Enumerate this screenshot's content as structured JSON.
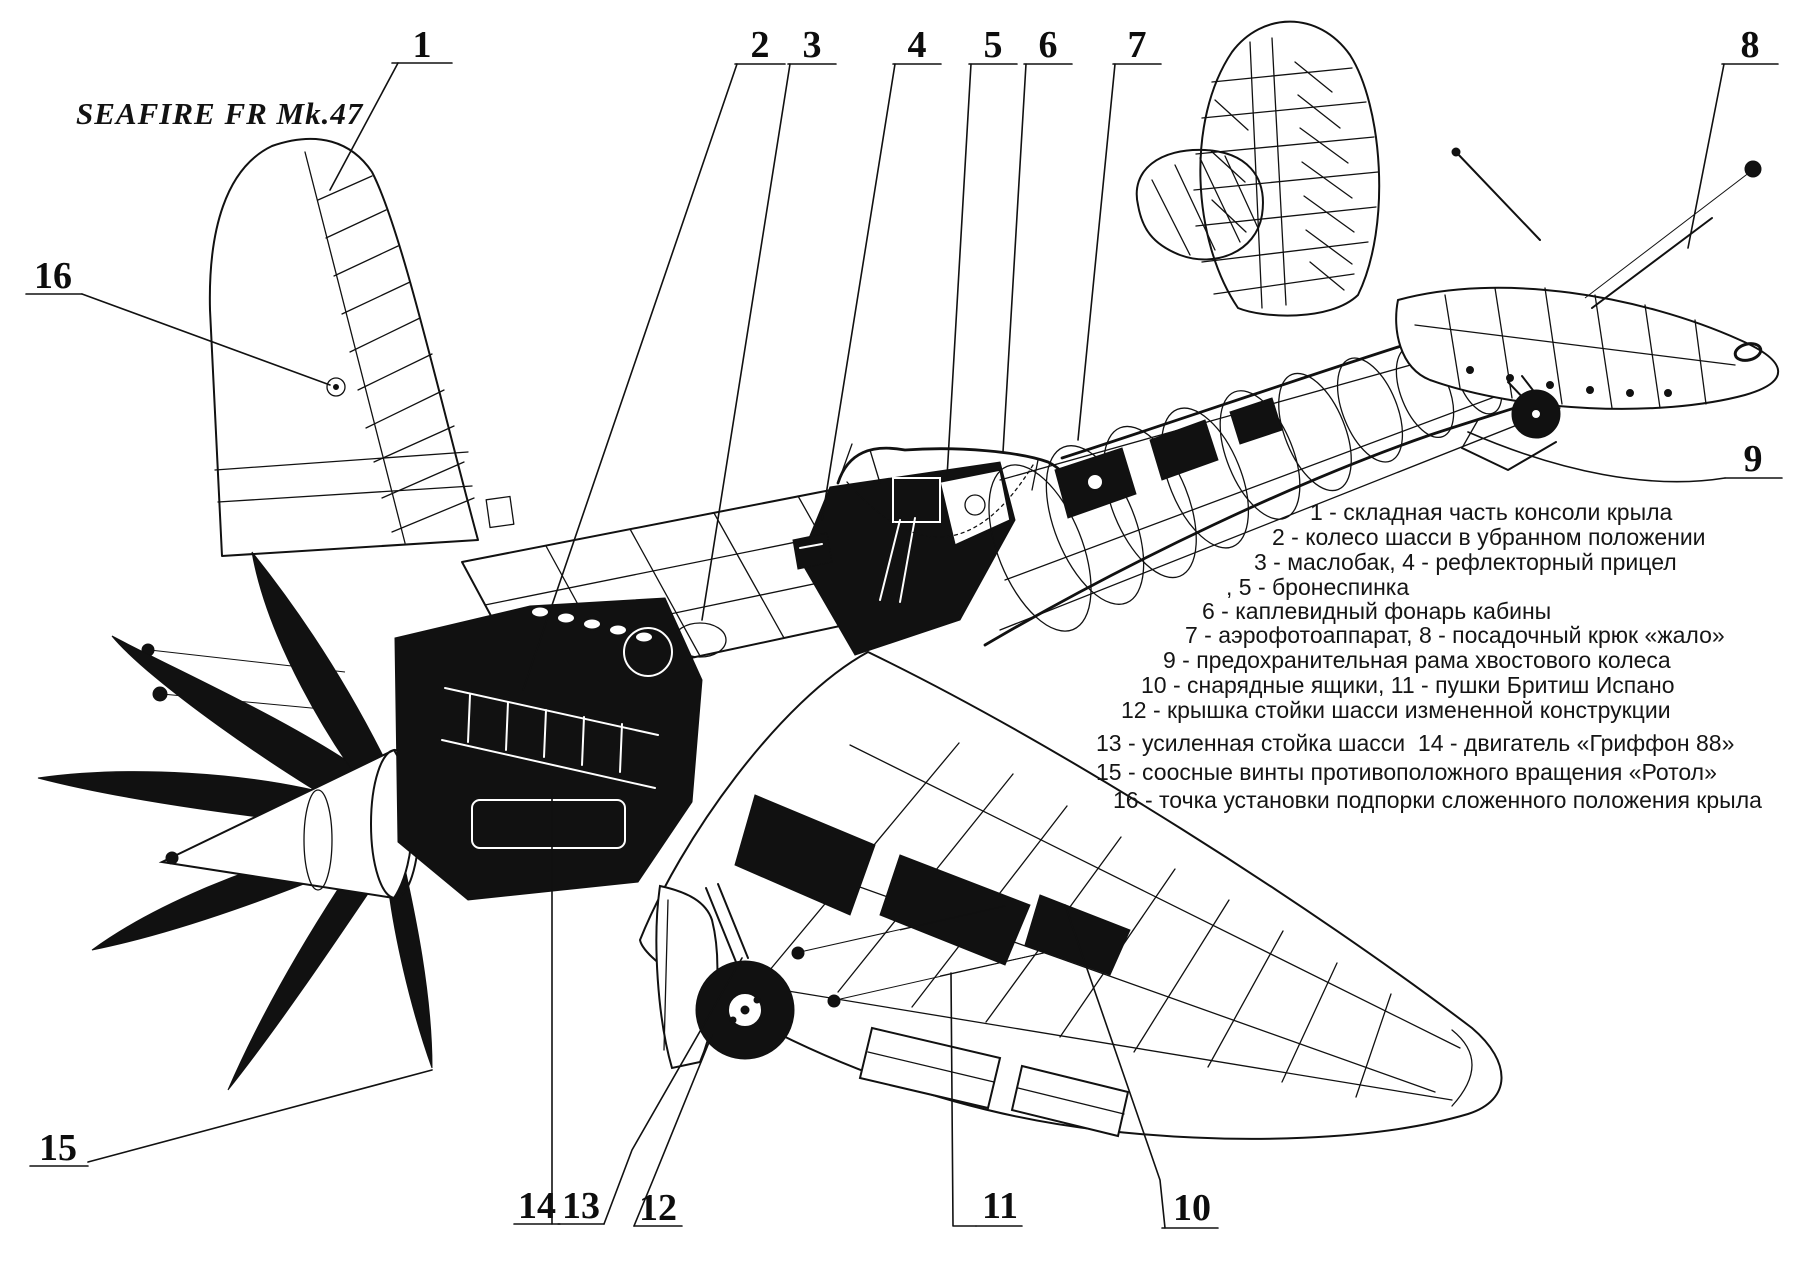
{
  "title": "SEAFIRE FR Mk.47",
  "callouts": [
    "1",
    "2",
    "3",
    "4",
    "5",
    "6",
    "7",
    "8",
    "9",
    "10",
    "11",
    "12",
    "13",
    "14",
    "15",
    "16"
  ],
  "legend_lines": [
    "1 - складная часть консоли крыла",
    "2 - колесо шасси в убранном положении",
    "3 - маслобак, 4 - рефлекторный прицел",
    ", 5 - бронеспинка",
    "6 - каплевидный фонарь кабины",
    "7 - аэрофотоаппарат, 8 - посадочный крюк «жало»",
    "9 - предохранительная рама хвостового колеса",
    "10 - снарядные ящики, 11 - пушки Бритиш Испано",
    "12 - крышка стойки шасси измененной конструкции",
    "13 - усиленная стойка шасси  14 - двигатель «Гриффон 88»",
    "15 - соосные винты противоположного вращения «Ротол»",
    "16 - точка установки подпорки сложенного положения крыла"
  ],
  "colors": {
    "ink": "#111111",
    "paper": "#ffffff"
  }
}
